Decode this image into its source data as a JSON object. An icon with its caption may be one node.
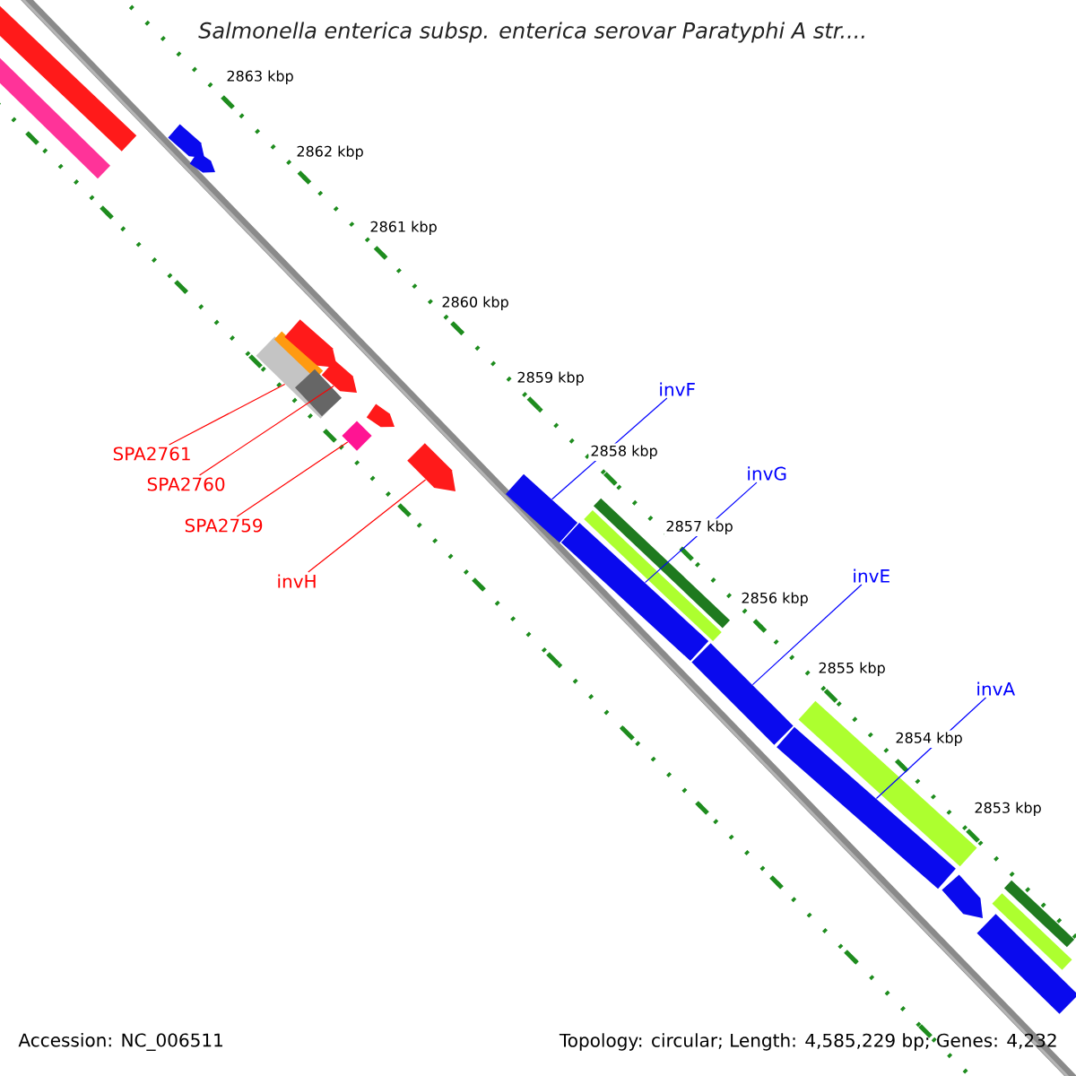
{
  "diagram": {
    "title": "Salmonella enterica subsp. enterica serovar Paratyphi A str....",
    "nodes": [
      {
        "text": [
          "SPA2761"
        ]
      },
      {
        "text": [
          "SPA2760"
        ]
      },
      {
        "text": [
          "SPA2759"
        ]
      },
      {
        "text": [
          "invH"
        ]
      },
      {
        "text": [
          "invF"
        ]
      },
      {
        "text": [
          "invG"
        ]
      },
      {
        "text": [
          "invE"
        ]
      },
      {
        "text": [
          "invA"
        ]
      },
      {
        "text": [],
        "shape": "bar"
      },
      {
        "text": [],
        "shape": "arrow"
      },
      {
        "text": [],
        "shape": "diamond"
      },
      {
        "text": [],
        "shape": "arrow"
      },
      {
        "text": [],
        "shape": "bar"
      },
      {
        "text": [],
        "shape": "bar"
      },
      {
        "text": [],
        "shape": "bar"
      },
      {
        "text": [],
        "shape": "bar"
      },
      {
        "text": [],
        "shape": "bar"
      },
      {
        "text": [],
        "shape": "bar"
      },
      {
        "text": [],
        "shape": "arrow"
      },
      {
        "text": [],
        "shape": "arrow"
      },
      {
        "text": [],
        "shape": "arrow"
      },
      {
        "text": [],
        "shape": "arrow"
      },
      {
        "text": [],
        "shape": "arrow"
      },
      {
        "text": [],
        "shape": "bar"
      },
      {
        "text": [],
        "shape": "bar"
      },
      {
        "text": [],
        "shape": "bar"
      },
      {
        "text": [],
        "shape": "bar"
      },
      {
        "text": [],
        "shape": "bar"
      },
      {
        "text": [],
        "shape": "bar"
      }
    ],
    "edges": [
      {
        "from": 0,
        "to": 8,
        "arrow": "none",
        "color": "#ff0000"
      },
      {
        "from": 1,
        "to": 9,
        "arrow": "none",
        "color": "#ff0000"
      },
      {
        "from": 2,
        "to": 10,
        "arrow": "none",
        "color": "#ff0000"
      },
      {
        "from": 3,
        "to": 11,
        "arrow": "none",
        "color": "#ff0000"
      },
      {
        "from": 4,
        "to": 12,
        "arrow": "none",
        "color": "#0000ff"
      },
      {
        "from": 5,
        "to": 13,
        "arrow": "none",
        "color": "#0000ff"
      },
      {
        "from": 6,
        "to": 14,
        "arrow": "none",
        "color": "#0000ff"
      },
      {
        "from": 7,
        "to": 15,
        "arrow": "none",
        "color": "#0000ff"
      }
    ],
    "labels": [
      "2863 kbp",
      "2862 kbp",
      "2861 kbp",
      "2860 kbp",
      "2859 kbp",
      "2858 kbp",
      "2857 kbp",
      "2856 kbp",
      "2855 kbp",
      "2854 kbp",
      "2853 kbp",
      "Accession: NC_006511",
      "Topology: circular; Length: 4,585,229 bp; Genes: 4,232"
    ]
  }
}
